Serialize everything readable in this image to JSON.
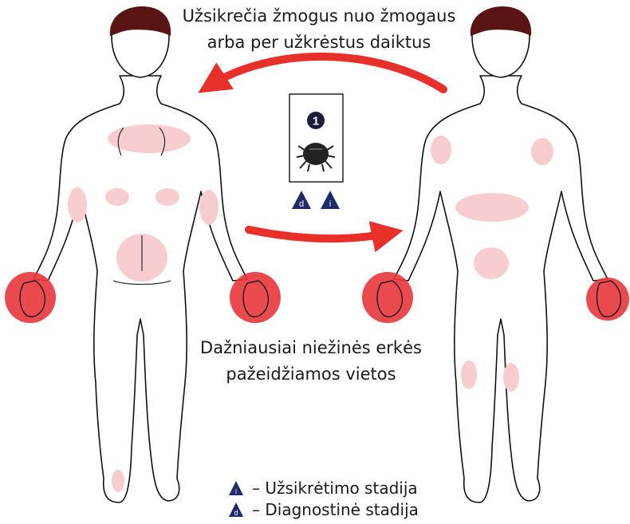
{
  "captions": {
    "transmission_line1": "Užsikrečia žmogus nuo žmogaus",
    "transmission_line2": "arba per užkrėstus daiktus",
    "sites_line1": "Dažniausiai niežinės erkės",
    "sites_line2": "pažeidžiamos vietos"
  },
  "lifecycle_box": {
    "step_number": "1",
    "badge_d": "d",
    "badge_i": "i"
  },
  "legend": [
    {
      "symbol": "i",
      "label": "– Užsikrėtimo stadija"
    },
    {
      "symbol": "d",
      "label": "– Diagnostinė stadija"
    }
  ],
  "colors": {
    "arrow": "#e8302b",
    "hand_highlight": "#e8353a",
    "skin_spot": "#f7cdd0",
    "hair": "#5a1414",
    "badge": "#1f2a6b"
  },
  "icons": [
    "mite-icon",
    "infective-stage-icon",
    "diagnostic-stage-icon"
  ]
}
